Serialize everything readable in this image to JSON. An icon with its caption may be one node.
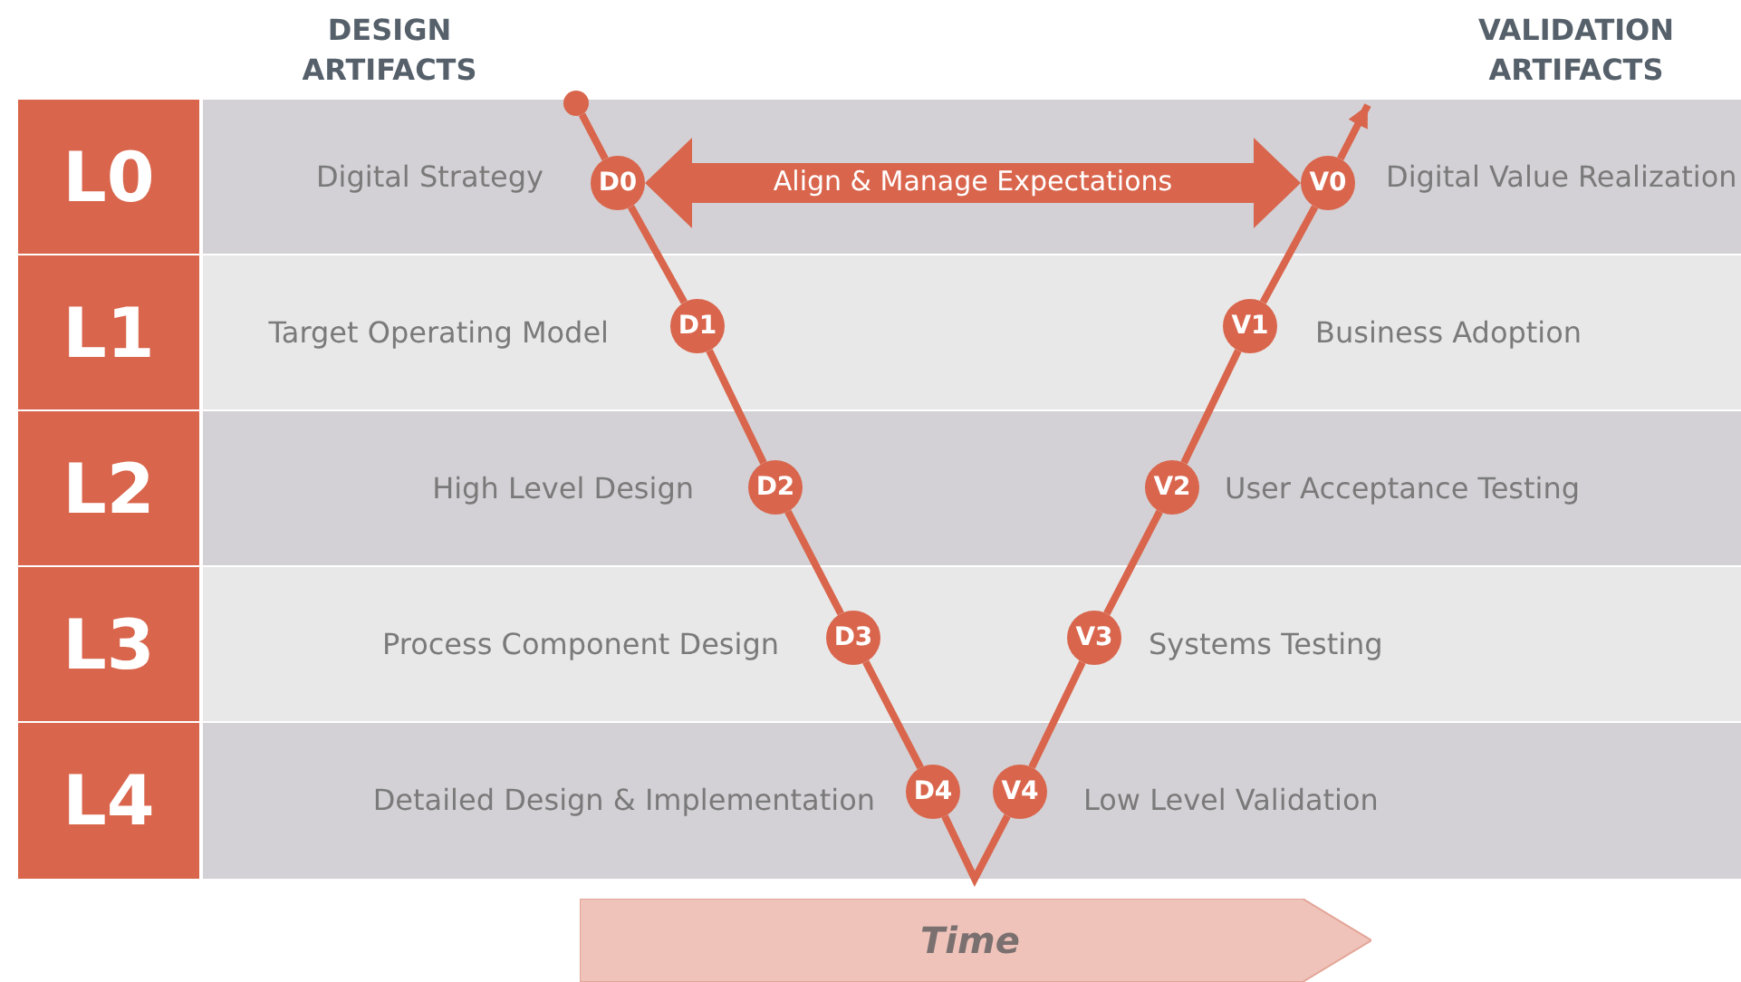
{
  "diagram": {
    "nodes": [
      {
        "text": [
          "L0"
        ]
      },
      {
        "text": [
          "L1"
        ]
      },
      {
        "text": [
          "L2"
        ]
      },
      {
        "text": [
          "L3"
        ]
      },
      {
        "text": [
          "L4"
        ]
      },
      {
        "text": [
          "Digital Strategy",
          "Digital Value Realization"
        ]
      },
      {
        "text": [
          "Target Operating Model",
          "Business Adoption"
        ]
      },
      {
        "text": [
          "High Level Design",
          "User Acceptance Testing"
        ]
      },
      {
        "text": [
          "Process Component Design",
          "Systems Testing"
        ]
      },
      {
        "text": [
          "Detailed Design & Implementation",
          "Low Level Validation"
        ]
      },
      {
        "text": [],
        "shape": "circle",
        "in": 5
      },
      {
        "text": [
          "D0"
        ],
        "in": 5
      },
      {
        "text": [
          "D1"
        ],
        "in": 6
      },
      {
        "text": [
          "D2"
        ],
        "in": 7
      },
      {
        "text": [
          "D3"
        ],
        "in": 8
      },
      {
        "text": [
          "D4"
        ],
        "in": 9
      },
      {
        "text": [
          "V0"
        ],
        "in": 5
      },
      {
        "text": [
          "V1"
        ],
        "in": 6
      },
      {
        "text": [
          "V2"
        ],
        "in": 7
      },
      {
        "text": [
          "V3"
        ],
        "in": 8
      },
      {
        "text": [
          "V4"
        ],
        "in": 9
      },
      {
        "text": [
          "Time"
        ]
      }
    ],
    "edges": [
      {
        "from": 10,
        "to": 11,
        "arrow": "none"
      },
      {
        "from": 11,
        "to": 12,
        "arrow": "none"
      },
      {
        "from": 12,
        "to": 13,
        "arrow": "none"
      },
      {
        "from": 13,
        "to": 14,
        "arrow": "none"
      },
      {
        "from": 14,
        "to": 15,
        "arrow": "none"
      },
      {
        "from": 15,
        "to": 20,
        "arrow": "none"
      },
      {
        "from": 20,
        "to": 19,
        "arrow": "none"
      },
      {
        "from": 19,
        "to": 18,
        "arrow": "none"
      },
      {
        "from": 18,
        "to": 17,
        "arrow": "none"
      },
      {
        "from": 17,
        "to": 16,
        "arrow": "none"
      },
      {
        "from": 16,
        "to": null,
        "arrow": "to"
      },
      {
        "from": 11,
        "to": 16,
        "arrow": "both",
        "label": "Align & Manage Expectations",
        "style": "thick"
      }
    ],
    "labels": [
      "DESIGN ARTIFACTS",
      "VALIDATION ARTIFACTS"
    ]
  }
}
